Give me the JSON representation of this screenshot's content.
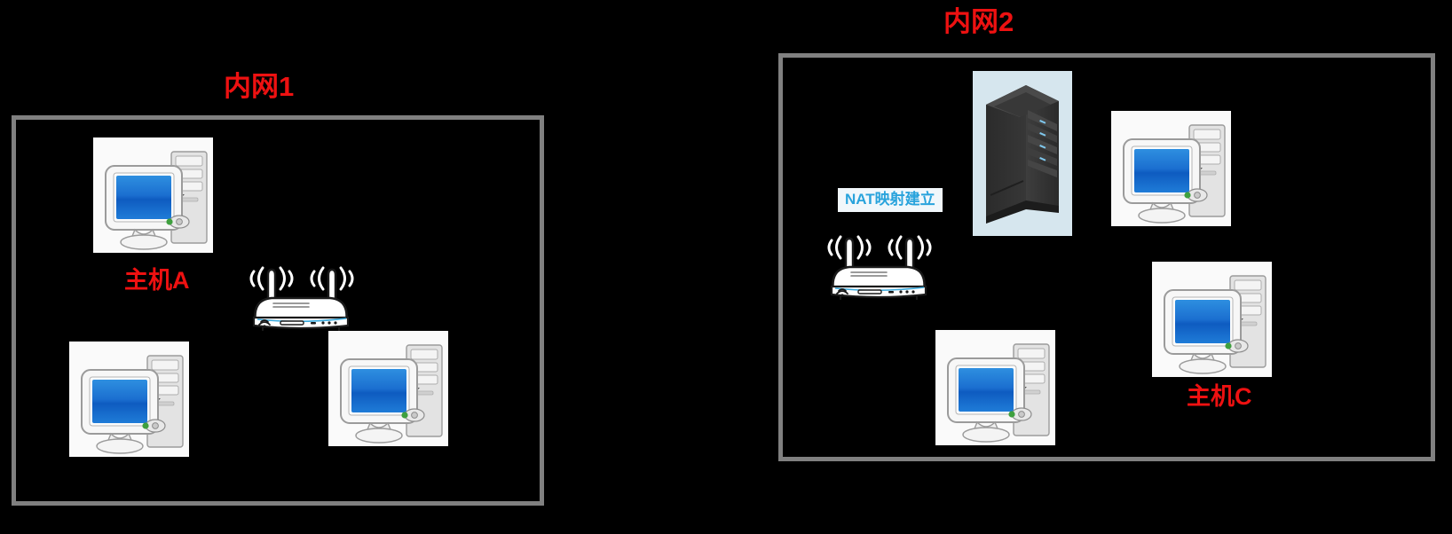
{
  "diagram": {
    "background_color": "#000000",
    "border_color": "#808080",
    "title_color": "#EE1111",
    "nat_label_color": "#29A3DC",
    "nat_label_bg": "#F1F7FB"
  },
  "zones": [
    {
      "id": "zone-1",
      "title": "内网1",
      "nodes": [
        {
          "name": "host-a",
          "type": "desktop-computer",
          "label": "主机A"
        },
        {
          "name": "host-a2",
          "type": "desktop-computer",
          "label": ""
        },
        {
          "name": "host-a3",
          "type": "desktop-computer",
          "label": ""
        },
        {
          "name": "router-1",
          "type": "wireless-router",
          "label": ""
        }
      ]
    },
    {
      "id": "zone-2",
      "title": "内网2",
      "nodes": [
        {
          "name": "nat-router",
          "type": "wireless-router",
          "label": "NAT映射建立"
        },
        {
          "name": "server-rack",
          "type": "server-rack",
          "label": ""
        },
        {
          "name": "host-b",
          "type": "desktop-computer",
          "label": ""
        },
        {
          "name": "host-c",
          "type": "desktop-computer",
          "label": "主机C"
        },
        {
          "name": "host-d",
          "type": "desktop-computer",
          "label": ""
        }
      ]
    }
  ],
  "labels": {
    "zone_1_title": "内网1",
    "zone_2_title": "内网2",
    "host_a": "主机A",
    "host_c": "主机C",
    "nat_mapping": "NAT映射建立"
  }
}
